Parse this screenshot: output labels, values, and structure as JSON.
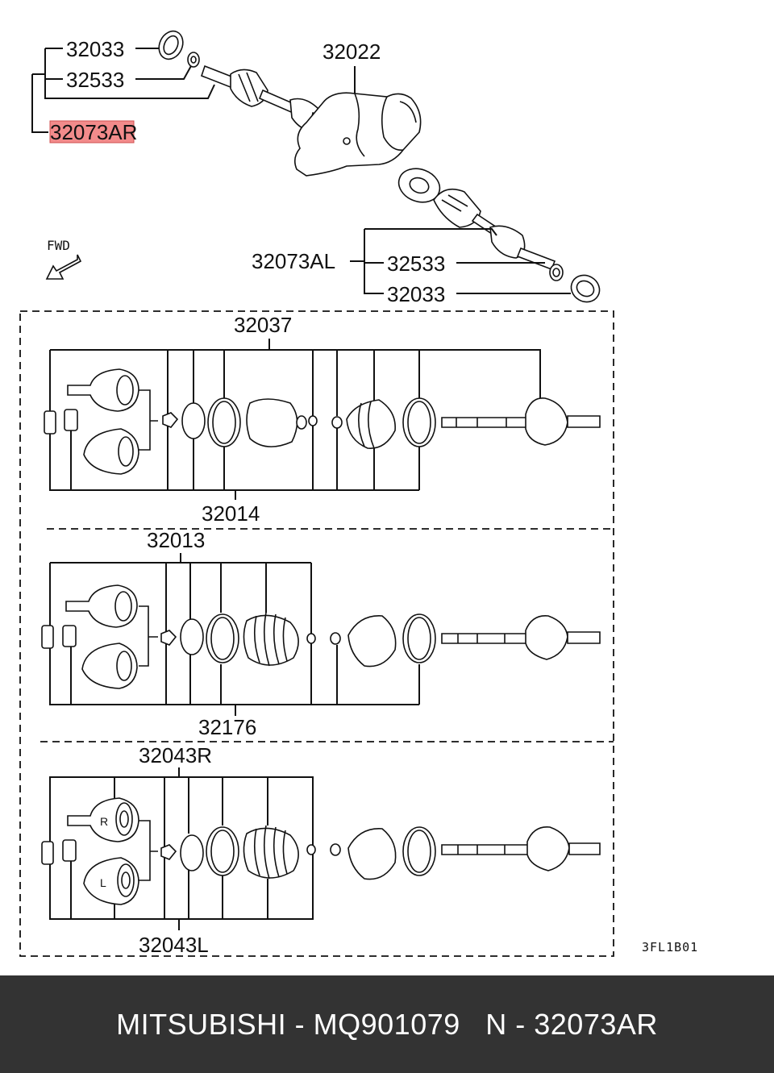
{
  "diagram": {
    "top_assembly": {
      "left_callouts": [
        "32033",
        "32533",
        "32073AR"
      ],
      "housing_callout": "32022",
      "right_callouts": {
        "group": "32073AL",
        "items": [
          "32533",
          "32033"
        ]
      },
      "highlighted_part": "32073AR",
      "highlight_color": "#f28b8b",
      "direction_label": "FWD"
    },
    "panels": [
      {
        "top_label": "32037",
        "bottom_label": "32014"
      },
      {
        "top_label": "32013",
        "bottom_label": "32176"
      },
      {
        "top_label": "32043R",
        "bottom_label": "32043L",
        "side_marks": [
          "R",
          "L"
        ]
      }
    ],
    "figure_code": "3FL1B01"
  },
  "footer": {
    "text": "MITSUBISHI - MQ901079   N - 32073AR",
    "background": "#333333",
    "color": "#ffffff"
  }
}
